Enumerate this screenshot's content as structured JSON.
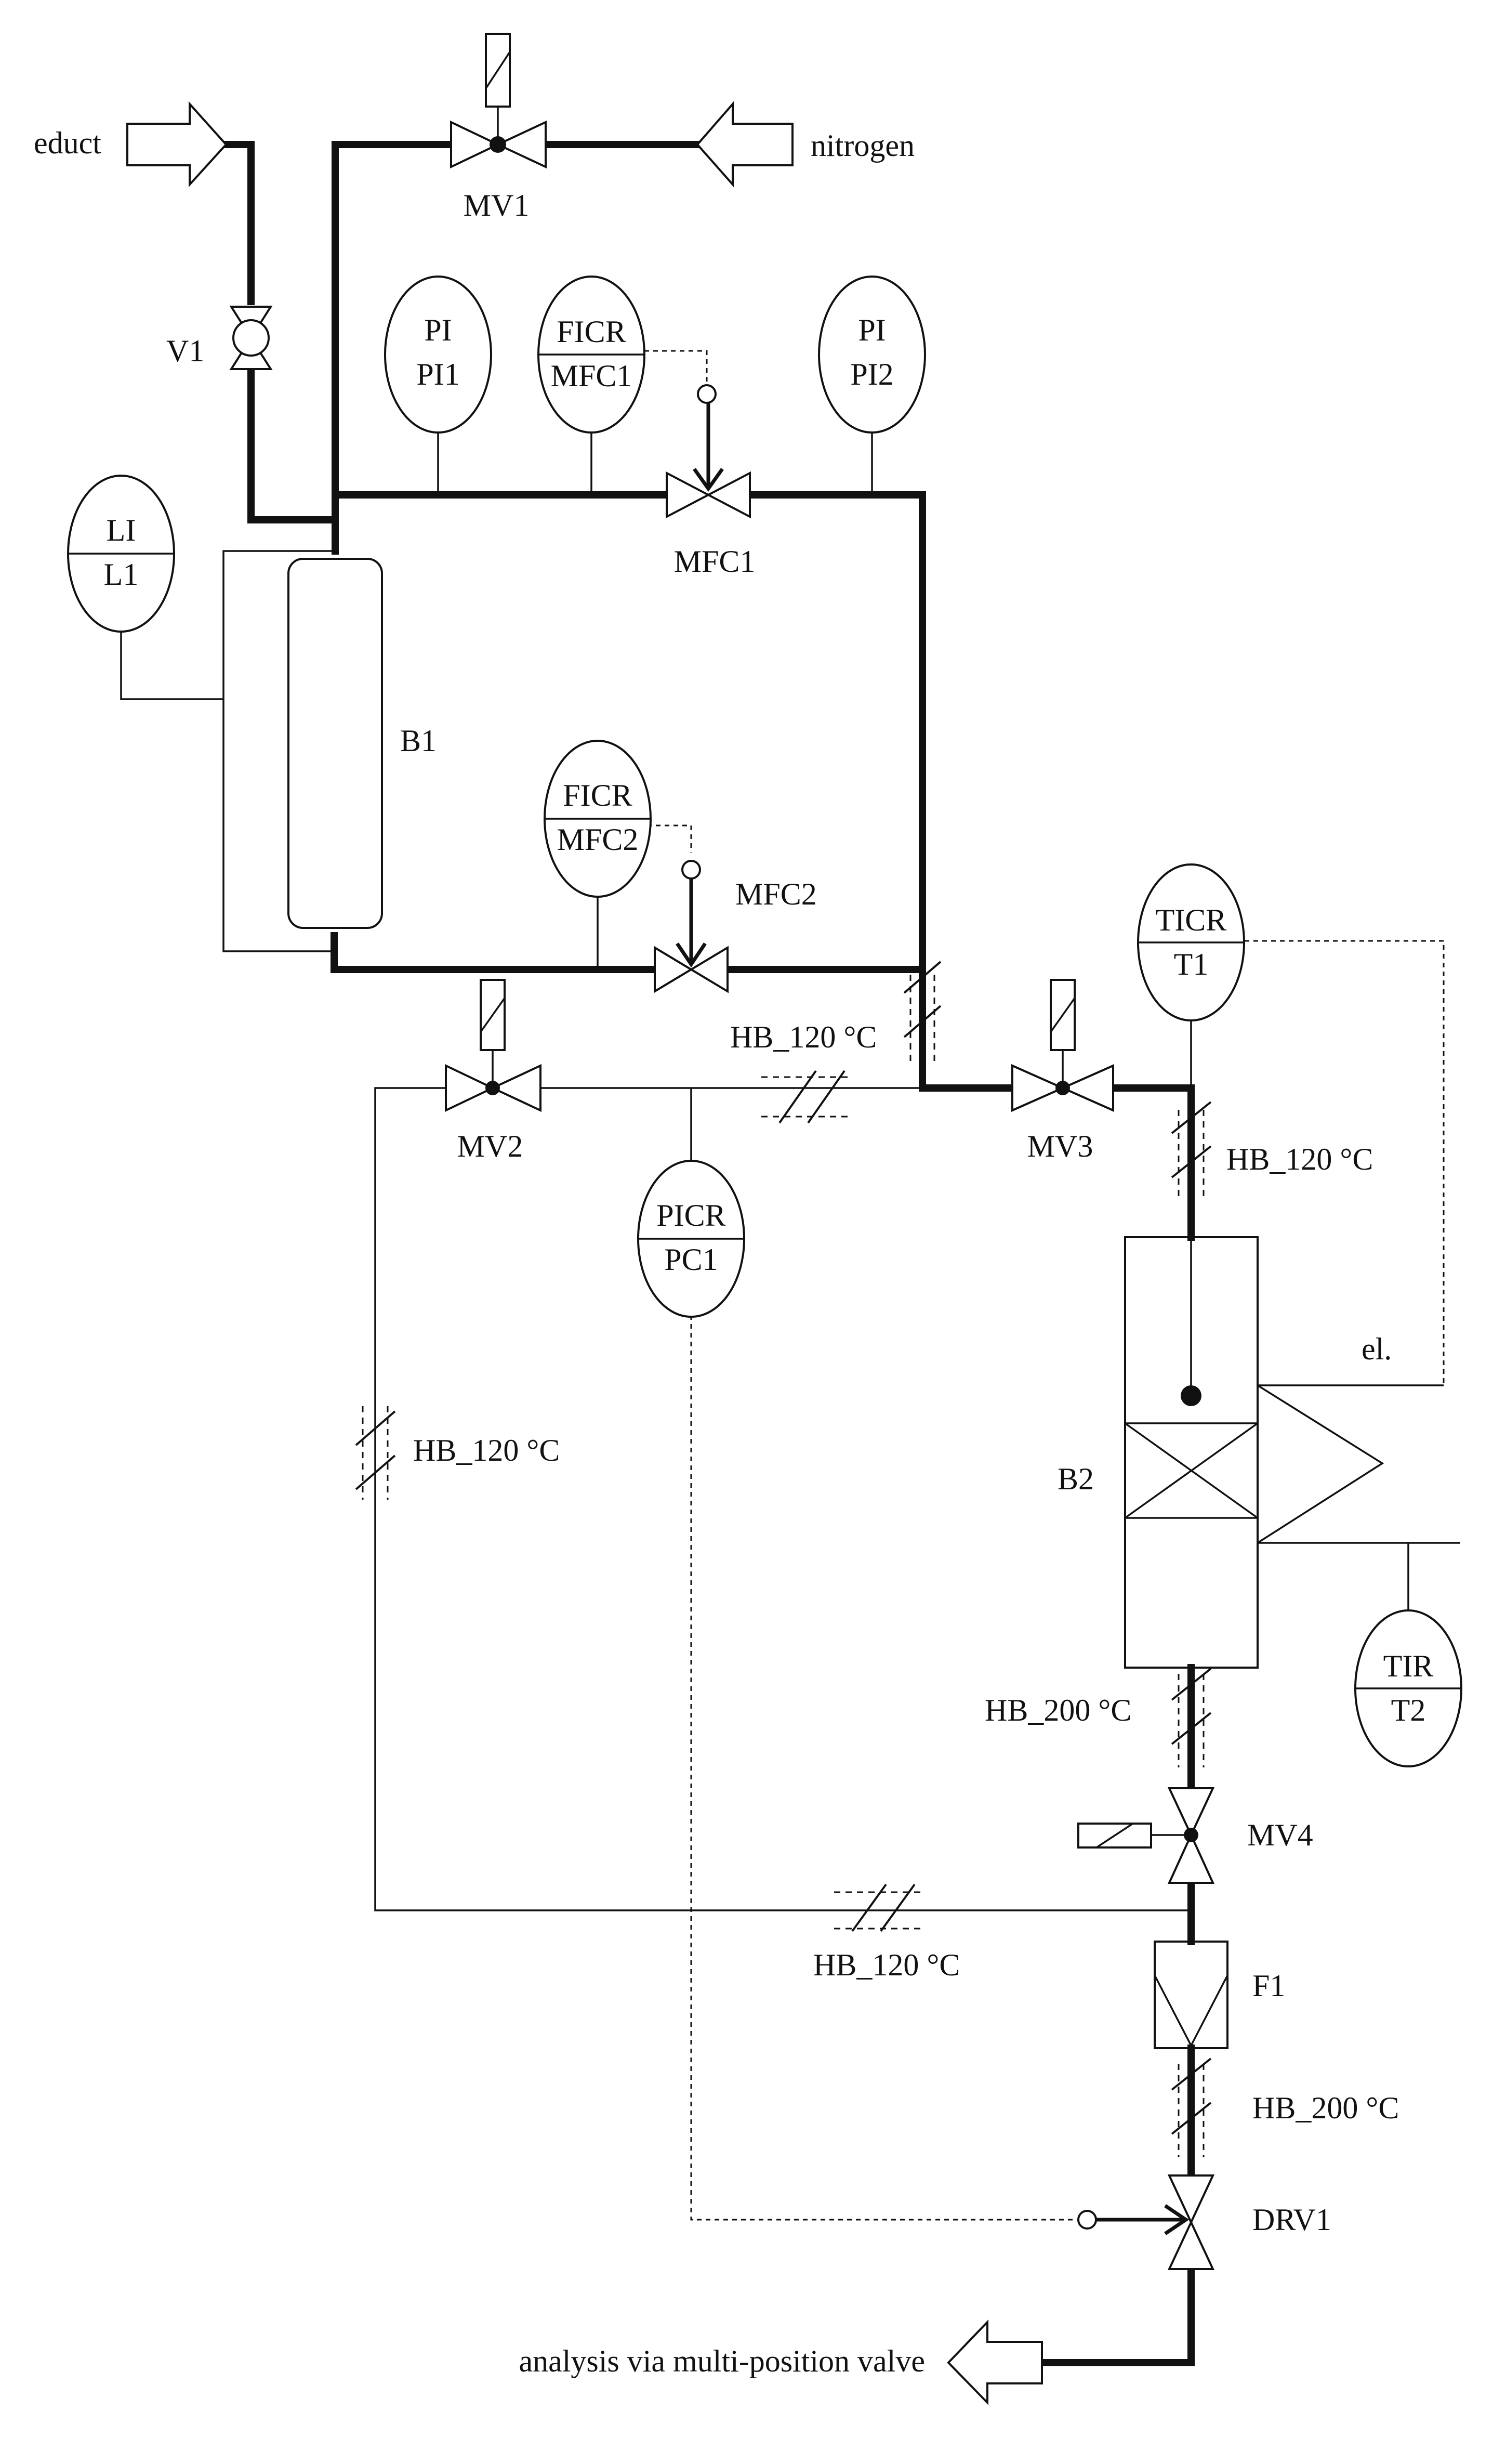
{
  "streams": {
    "educt": "educt",
    "nitrogen": "nitrogen",
    "analysis": "analysis via multi-position valve"
  },
  "valves": {
    "v1": "V1",
    "mv1": "MV1",
    "mv2": "MV2",
    "mv3": "MV3",
    "mv4": "MV4",
    "drv1": "DRV1",
    "mfc1": "MFC1",
    "mfc2": "MFC2"
  },
  "vessels": {
    "b1": "B1",
    "b2": "B2",
    "f1": "F1"
  },
  "instruments": {
    "li_l1": {
      "top": "LI",
      "bottom": "L1"
    },
    "pi_pi1": {
      "top": "PI",
      "bottom": "PI1"
    },
    "ficr_mfc1": {
      "top": "FICR",
      "bottom": "MFC1"
    },
    "pi_pi2": {
      "top": "PI",
      "bottom": "PI2"
    },
    "ficr_mfc2": {
      "top": "FICR",
      "bottom": "MFC2"
    },
    "ticr_t1": {
      "top": "TICR",
      "bottom": "T1"
    },
    "picr_pc1": {
      "top": "PICR",
      "bottom": "PC1"
    },
    "tir_t2": {
      "top": "TIR",
      "bottom": "T2"
    }
  },
  "heating": {
    "hb_mid": "HB_120 °C",
    "hb_mv3": "HB_120 °C",
    "hb_left": "HB_120 °C",
    "hb_bottom": "HB_120 °C",
    "hb_b2_out": "HB_200 °C",
    "hb_f1_out": "HB_200 °C"
  },
  "electrical": {
    "el": "el."
  }
}
